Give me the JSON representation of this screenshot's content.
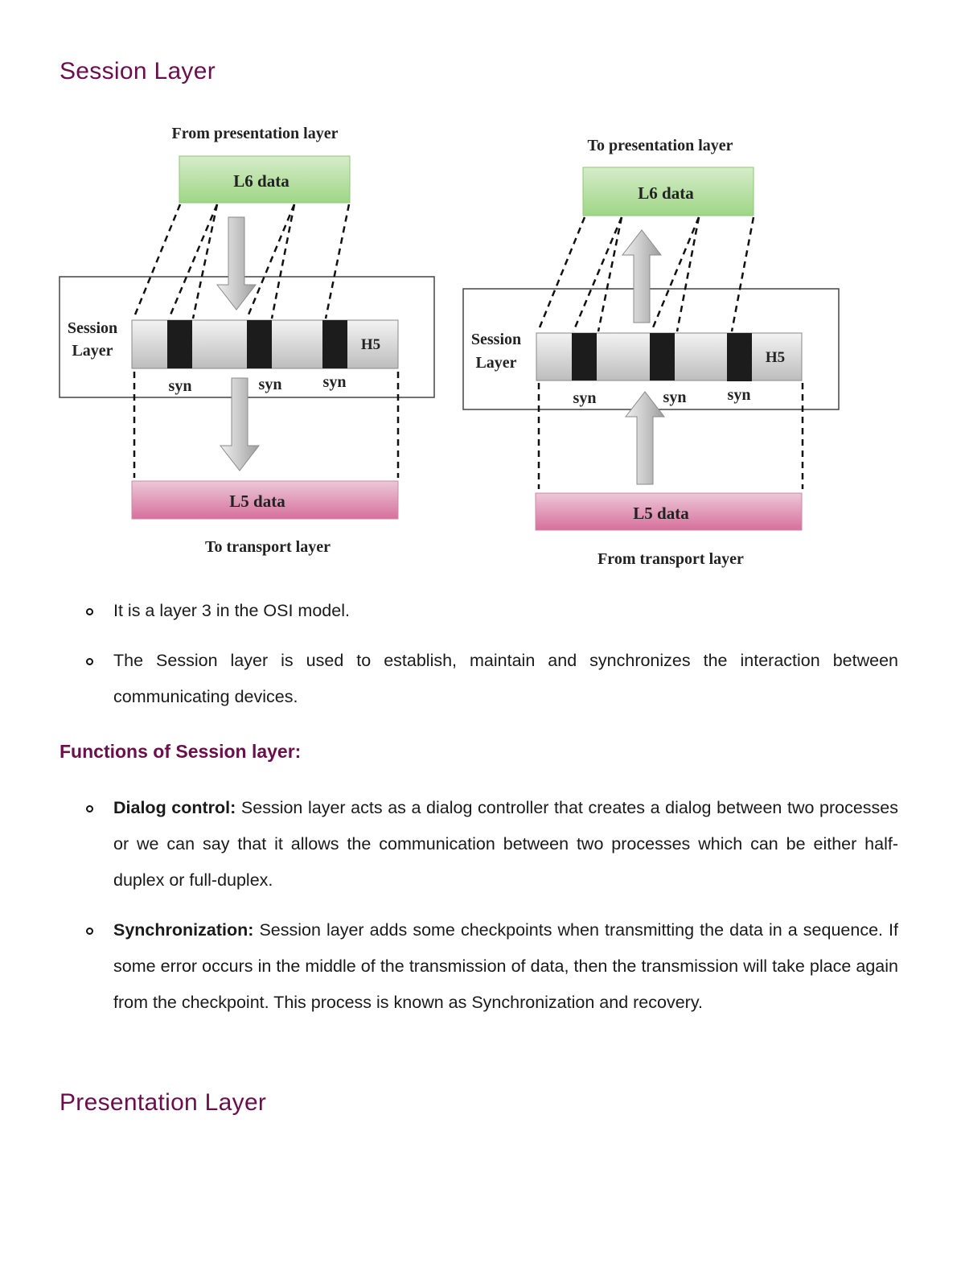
{
  "section_title": "Session Layer",
  "diagram_left": {
    "top_caption": "From presentation layer",
    "top_box": "L6 data",
    "layer_label_line1": "Session",
    "layer_label_line2": "Layer",
    "header_label": "H5",
    "syn_labels": [
      "syn",
      "syn",
      "syn"
    ],
    "bottom_box": "L5 data",
    "bottom_caption": "To transport layer"
  },
  "diagram_right": {
    "top_caption": "To presentation layer",
    "top_box": "L6 data",
    "layer_label_line1": "Session",
    "layer_label_line2": "Layer",
    "header_label": "H5",
    "syn_labels": [
      "syn",
      "syn",
      "syn"
    ],
    "bottom_box": "L5 data",
    "bottom_caption": "From transport layer"
  },
  "intro_bullets": [
    "It is a layer 3 in the OSI model.",
    "The Session layer is used to establish, maintain and synchronizes the interaction between communicating devices."
  ],
  "functions_title": "Functions of Session layer:",
  "functions": [
    {
      "term": "Dialog control:",
      "text": " Session layer acts as a dialog controller that creates a dialog between two processes or we can say that it allows the communication between two processes which can be either half-duplex or full-duplex."
    },
    {
      "term": "Synchronization:",
      "text": " Session layer adds some checkpoints when transmitting the data in a sequence. If some error occurs in the middle of the transmission of data, then the transmission will take place again from the checkpoint. This process is known as Synchronization and recovery."
    }
  ],
  "next_section_title": "Presentation Layer",
  "colors": {
    "heading": "#6b0f4c",
    "l6_box": "#a3d98a",
    "l5_box": "#d9779f",
    "syn_block": "#1c1c1c"
  }
}
